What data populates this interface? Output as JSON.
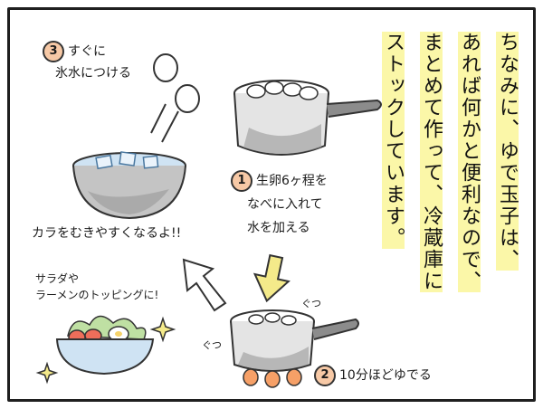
{
  "narration": {
    "lines": [
      "ちなみに、ゆで玉子は、",
      "あれば何かと便利なので、",
      "まとめて作って、冷蔵庫に",
      "ストックしています。"
    ]
  },
  "steps": [
    {
      "number": "1",
      "lines": [
        "生卵6ヶ程を",
        "なべに入れて",
        "水を加える"
      ]
    },
    {
      "number": "2",
      "lines": [
        "10分ほどゆでる"
      ]
    },
    {
      "number": "3",
      "lines": [
        "すぐに",
        "氷水につける"
      ]
    }
  ],
  "tip": "カラをむきやすくなるよ!!",
  "serving": {
    "lines": [
      "サラダや",
      "ラーメンのトッピングに!"
    ]
  },
  "sound_effects": {
    "bubble_right": "ぐつ",
    "bubble_left": "ぐつ"
  },
  "colors": {
    "highlight": "#fbf7a8",
    "step_badge": "#f7c9a6",
    "water": "#cfe3f3",
    "arrow": "#f4ea8a",
    "pot": "#9a9a9a",
    "flame": "#f6a067"
  },
  "icons": [
    "egg-icon",
    "pot-icon",
    "bowl-icon",
    "flame-icon",
    "arrow-icon",
    "sparkle-icon",
    "salad-icon"
  ]
}
